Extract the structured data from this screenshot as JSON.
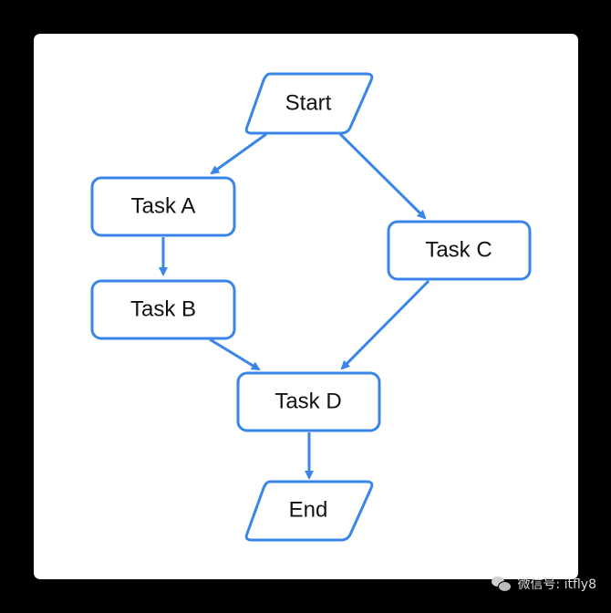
{
  "diagram": {
    "nodes": {
      "start": "Start",
      "task_a": "Task A",
      "task_b": "Task B",
      "task_c": "Task C",
      "task_d": "Task D",
      "end": "End"
    },
    "edges": [
      [
        "Start",
        "Task A"
      ],
      [
        "Start",
        "Task C"
      ],
      [
        "Task A",
        "Task B"
      ],
      [
        "Task B",
        "Task D"
      ],
      [
        "Task C",
        "Task D"
      ],
      [
        "Task D",
        "End"
      ]
    ],
    "colors": {
      "stroke": "#3a86e8",
      "node_fill": "#ffffff",
      "background": "#000000",
      "canvas": "#ffffff"
    }
  },
  "watermark": {
    "icon": "wechat-icon",
    "text": "微信号: itfly8"
  }
}
